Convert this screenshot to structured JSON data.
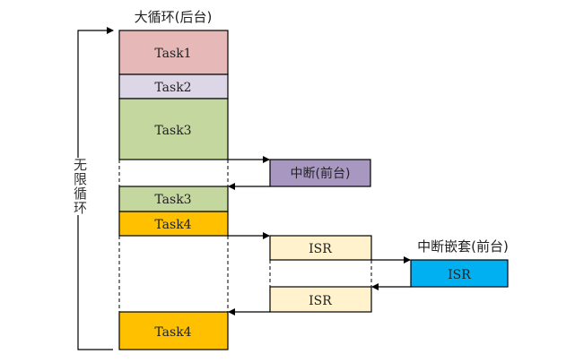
{
  "title": "大循环(后台)",
  "loop_label": "无限循环",
  "interrupt_label": "中断(前台)",
  "nested_label": "中断嵌套(前台)",
  "tasks": [
    {
      "label": "Task1",
      "color": "#e6b8b7"
    },
    {
      "label": "Task2",
      "color": "#dcd6e6"
    },
    {
      "label": "Task3",
      "color": "#c4d79e"
    },
    {
      "label": "Task3",
      "color": "#c4d79e"
    },
    {
      "label": "Task4",
      "color": "#ffc000"
    },
    {
      "label": "Task4",
      "color": "#ffc000"
    }
  ],
  "isr": [
    {
      "label": "ISR",
      "color": "#fff2cc"
    },
    {
      "label": "ISR",
      "color": "#00b0f0"
    },
    {
      "label": "ISR",
      "color": "#fff2cc"
    }
  ],
  "interrupt_color": "#a797c1"
}
